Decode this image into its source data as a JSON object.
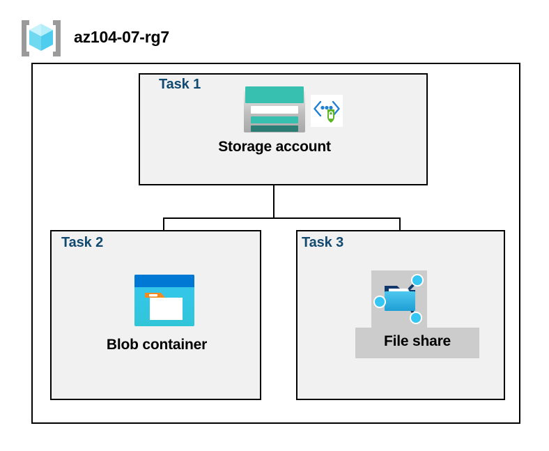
{
  "header": {
    "title": "az104-07-rg7",
    "icon_name": "resource-group-icon"
  },
  "diagram": {
    "type": "azure-architecture",
    "container_label": "resource-group-boundary",
    "tasks": [
      {
        "id": "task1",
        "label": "Task 1",
        "node_caption": "Storage account",
        "icons": [
          "storage-account-icon",
          "private-endpoint-icon"
        ]
      },
      {
        "id": "task2",
        "label": "Task 2",
        "node_caption": "Blob container",
        "icons": [
          "blob-container-icon"
        ]
      },
      {
        "id": "task3",
        "label": "Task 3",
        "node_caption": "File share",
        "icons": [
          "file-share-icon"
        ],
        "highlighted": true
      }
    ],
    "connections": [
      {
        "from": "Storage account",
        "to": "Blob container"
      },
      {
        "from": "Storage account",
        "to": "File share"
      }
    ]
  },
  "colors": {
    "task_label": "#11496f",
    "task_fill": "#f1f1f1",
    "border": "#000000",
    "canvas": "#ffffff",
    "storage_teal": "#37bfb0",
    "storage_teal_dark": "#2c7d74",
    "blob_blue": "#0078d4",
    "blob_cyan": "#32c8ee",
    "blob_orange": "#f28a24",
    "fileshare_blue": "#32b5e5",
    "fileshare_navy": "#12386b",
    "endpoint_green": "#5bb522",
    "endpoint_blue": "#1f7fd4",
    "highlight_gray": "#cccccc",
    "rg_cube_light": "#9fe8f8",
    "rg_cube_mid": "#5fd4f0",
    "rg_bracket_gray": "#9a9a9a"
  }
}
